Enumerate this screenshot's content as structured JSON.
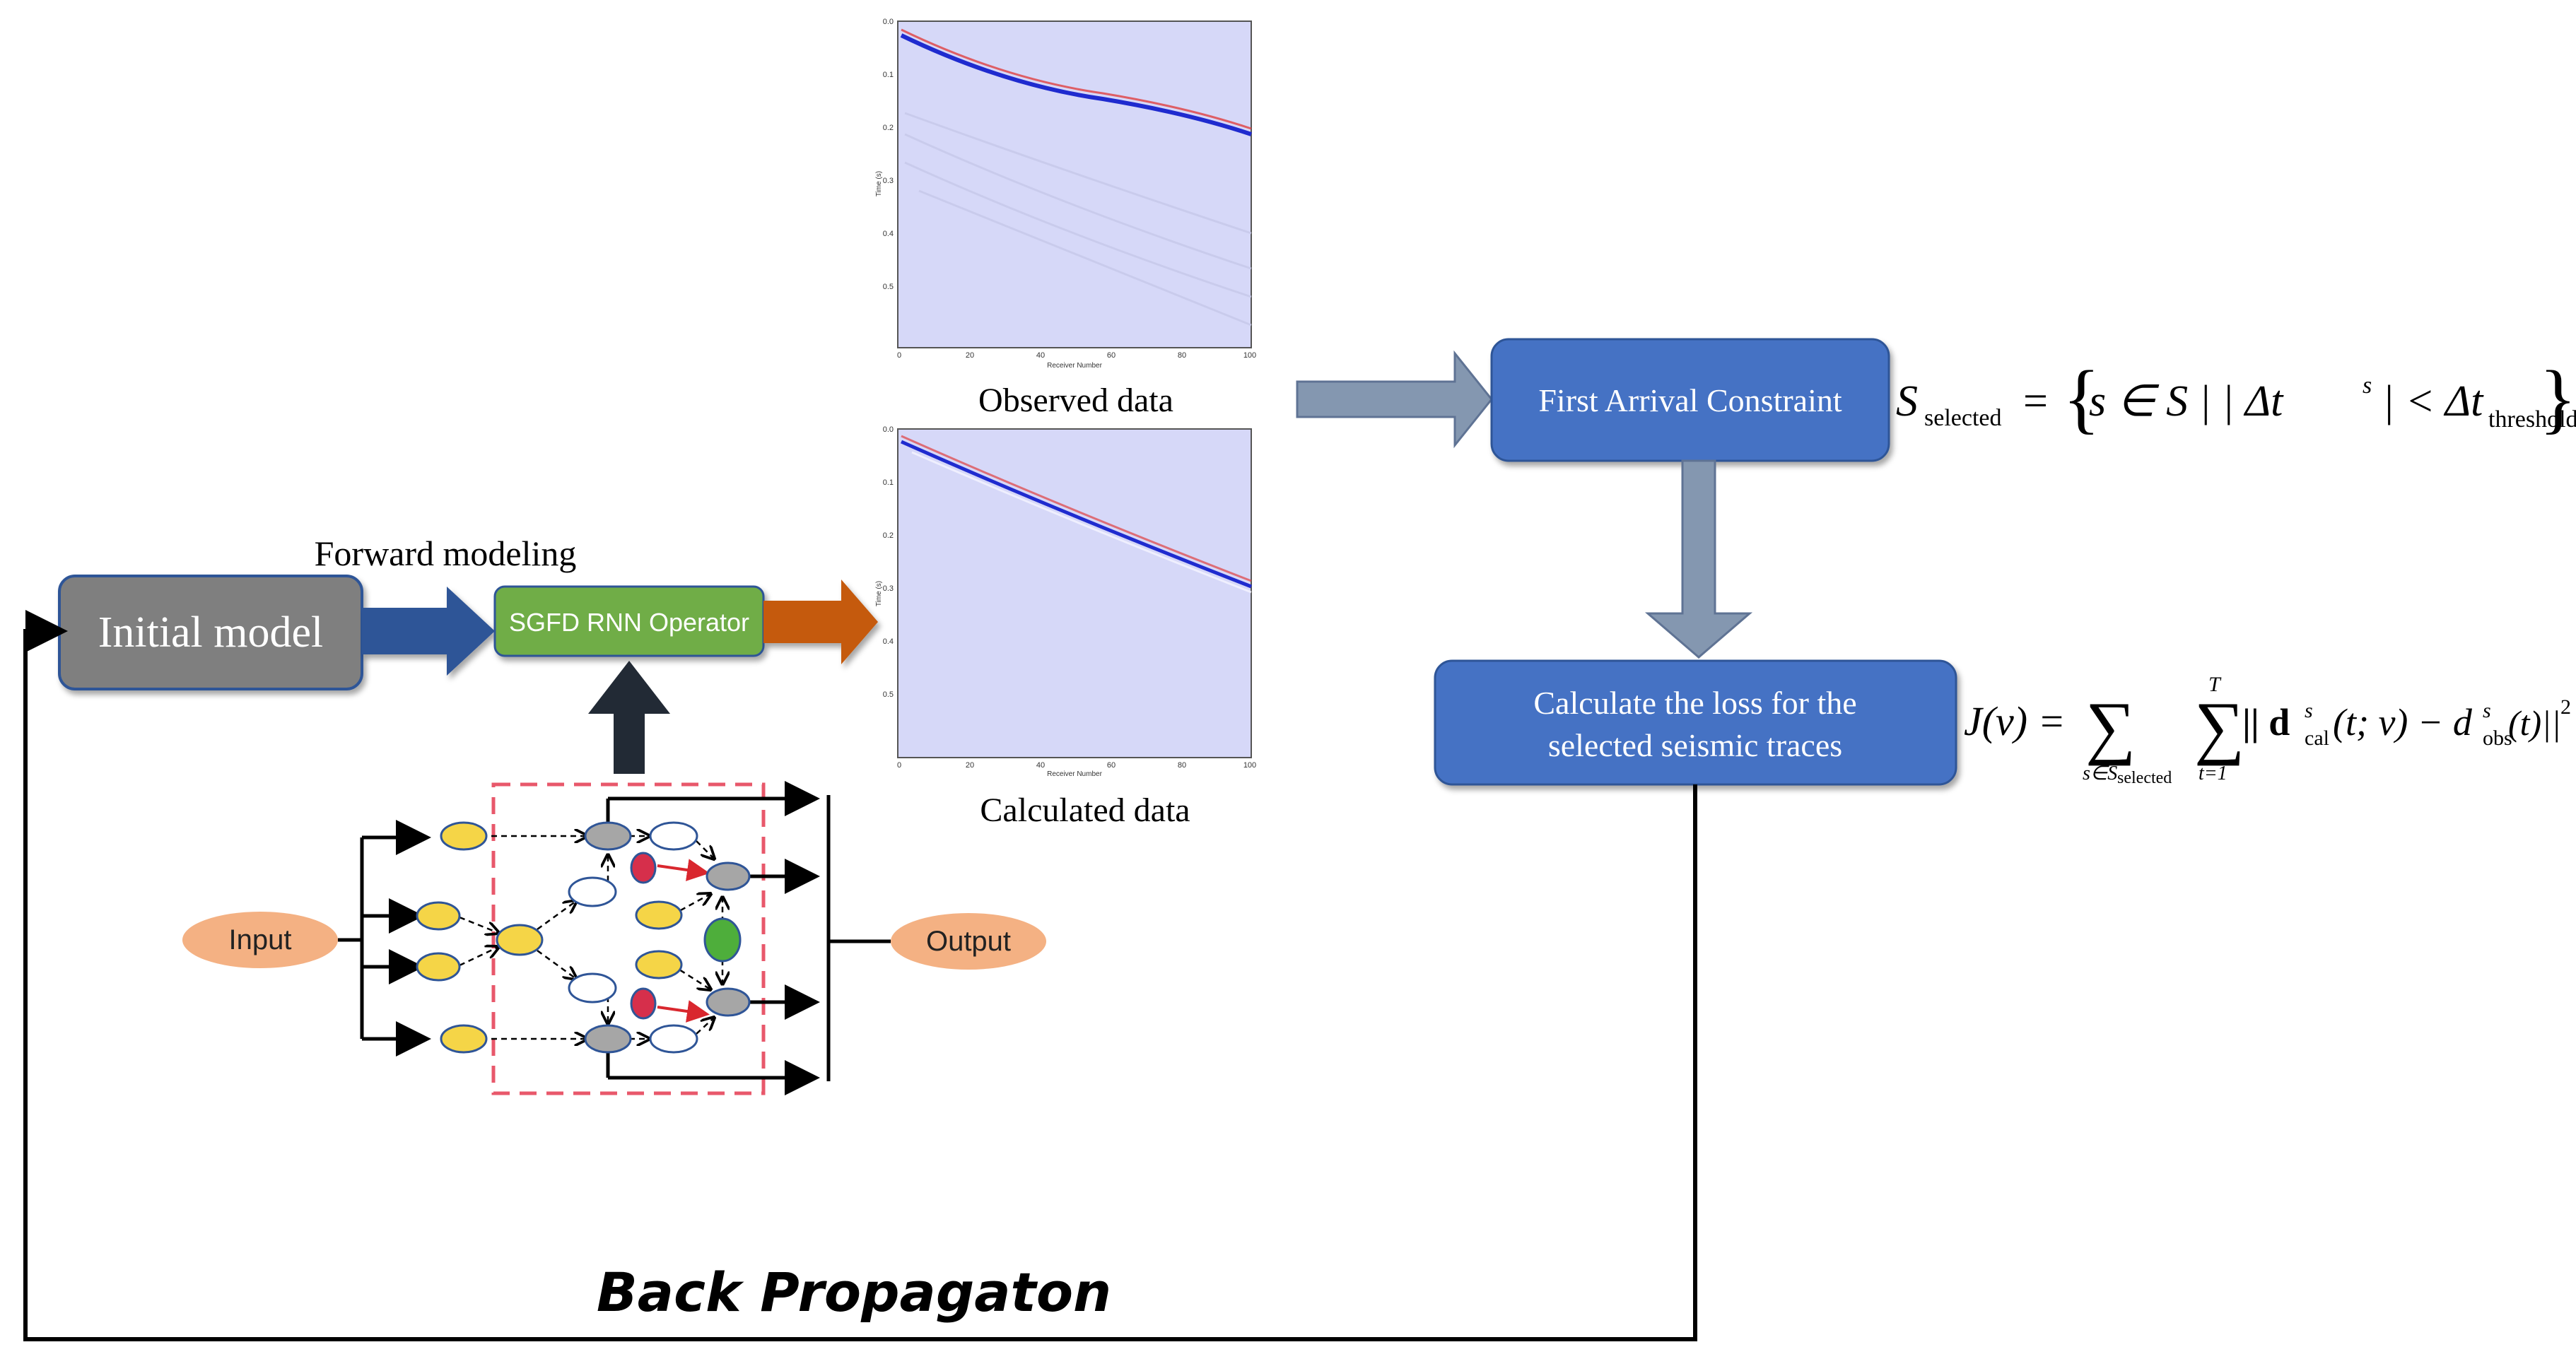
{
  "initial_model": {
    "label": "Initial model"
  },
  "forward_modeling": {
    "label": "Forward modeling"
  },
  "operator": {
    "label": "SGFD RNN Operator"
  },
  "observed": {
    "caption": "Observed data",
    "y_ticks": [
      "0.0",
      "0.1",
      "0.2",
      "0.3",
      "0.4",
      "0.5"
    ],
    "x_ticks": [
      "0",
      "20",
      "40",
      "60",
      "80",
      "100"
    ],
    "y_label": "Time (s)",
    "x_label": "Receiver Number"
  },
  "calculated": {
    "caption": "Calculated data",
    "y_ticks": [
      "0.0",
      "0.1",
      "0.2",
      "0.3",
      "0.4",
      "0.5"
    ],
    "x_ticks": [
      "0",
      "20",
      "40",
      "60",
      "80",
      "100"
    ],
    "y_label": "Time (s)",
    "x_label": "Receiver Number"
  },
  "first_arrival": {
    "label": "First Arrival Constraint"
  },
  "loss": {
    "line1": "Calculate the loss for the",
    "line2": "selected seismic traces"
  },
  "rnn_cell": {
    "input": "Input",
    "output": "Output"
  },
  "back_propagation": {
    "label": "Back Propagaton"
  },
  "formula_selected": {
    "S": "S",
    "sub": "selected",
    "eq": "=",
    "set_body": "s ∈ S | | Δt",
    "sup_s": "s",
    "lt": "| < Δt",
    "sub_thr": "threshold"
  },
  "formula_loss": {
    "lhs": "J(v) =",
    "sum1": "∑",
    "sum1_under": "s∈S",
    "sum1_under_sub": "selected",
    "sum2": "∑",
    "sum2_over": "T",
    "sum2_under": "t=1",
    "body_a": "|| d",
    "sup1": "s",
    "sub1": "cal",
    "body_b": "(t; v) − d",
    "sup2": "s",
    "sub2": "obs",
    "body_c": "(t)||",
    "pow": "2"
  },
  "colors": {
    "blue_box": "#4472C4",
    "blue_border": "#2F5597",
    "gray_box": "#7F7F7F",
    "green_box": "#70AD47",
    "dark_blue_arrow": "#2F5597",
    "orange_arrow": "#C55A11",
    "steel_arrow": "#8497B0",
    "navy_arrow": "#222A35",
    "orange_oval": "#F4B183",
    "red_dash": "#E8586B",
    "seismic_bg": "#D6D8F8"
  }
}
